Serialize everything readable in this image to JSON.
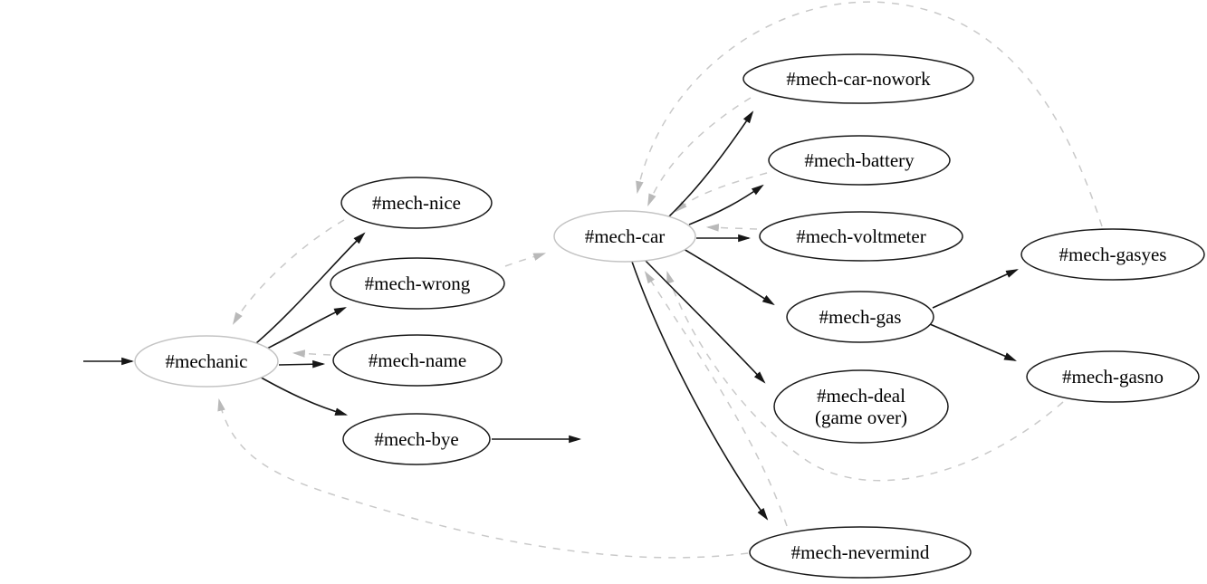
{
  "diagram": {
    "type": "state-graph",
    "background": "#ffffff",
    "colors": {
      "node_border": "#1a1a1a",
      "hub_node_border": "#c4c4c4",
      "solid_edge": "#161616",
      "dashed_edge": "#c9c9c9",
      "label_text": "#000000"
    },
    "nodes": [
      {
        "id": "mechanic",
        "label": "#mechanic"
      },
      {
        "id": "mech-nice",
        "label": "#mech-nice"
      },
      {
        "id": "mech-wrong",
        "label": "#mech-wrong"
      },
      {
        "id": "mech-name",
        "label": "#mech-name"
      },
      {
        "id": "mech-bye",
        "label": "#mech-bye"
      },
      {
        "id": "mech-car",
        "label": "#mech-car"
      },
      {
        "id": "mech-car-nowork",
        "label": "#mech-car-nowork"
      },
      {
        "id": "mech-battery",
        "label": "#mech-battery"
      },
      {
        "id": "mech-voltmeter",
        "label": "#mech-voltmeter"
      },
      {
        "id": "mech-gas",
        "label": "#mech-gas"
      },
      {
        "id": "mech-deal",
        "label": "#mech-deal",
        "sublabel": "(game over)"
      },
      {
        "id": "mech-nevermind",
        "label": "#mech-nevermind"
      },
      {
        "id": "mech-gasyes",
        "label": "#mech-gasyes"
      },
      {
        "id": "mech-gasno",
        "label": "#mech-gasno"
      }
    ],
    "edges": {
      "solid": [
        {
          "from": "start",
          "to": "#mechanic"
        },
        {
          "from": "#mechanic",
          "to": "#mech-nice"
        },
        {
          "from": "#mechanic",
          "to": "#mech-wrong"
        },
        {
          "from": "#mechanic",
          "to": "#mech-name"
        },
        {
          "from": "#mechanic",
          "to": "#mech-bye"
        },
        {
          "from": "#mech-bye",
          "to": "end"
        },
        {
          "from": "#mech-car",
          "to": "#mech-car-nowork"
        },
        {
          "from": "#mech-car",
          "to": "#mech-battery"
        },
        {
          "from": "#mech-car",
          "to": "#mech-voltmeter"
        },
        {
          "from": "#mech-car",
          "to": "#mech-gas"
        },
        {
          "from": "#mech-car",
          "to": "#mech-deal"
        },
        {
          "from": "#mech-car",
          "to": "#mech-nevermind"
        },
        {
          "from": "#mech-gas",
          "to": "#mech-gasyes"
        },
        {
          "from": "#mech-gas",
          "to": "#mech-gasno"
        }
      ],
      "dashed": [
        {
          "from": "#mech-nice",
          "to": "#mechanic"
        },
        {
          "from": "#mech-name",
          "to": "#mechanic"
        },
        {
          "from": "#mech-nevermind",
          "to": "#mechanic"
        },
        {
          "from": "#mech-wrong",
          "to": "#mech-car"
        },
        {
          "from": "#mech-car-nowork",
          "to": "#mech-car"
        },
        {
          "from": "#mech-battery",
          "to": "#mech-car"
        },
        {
          "from": "#mech-voltmeter",
          "to": "#mech-car"
        },
        {
          "from": "#mech-gasyes",
          "to": "#mech-car"
        },
        {
          "from": "#mech-gasno",
          "to": "#mech-car"
        },
        {
          "from": "#mech-nevermind",
          "to": "#mech-car"
        }
      ]
    }
  }
}
